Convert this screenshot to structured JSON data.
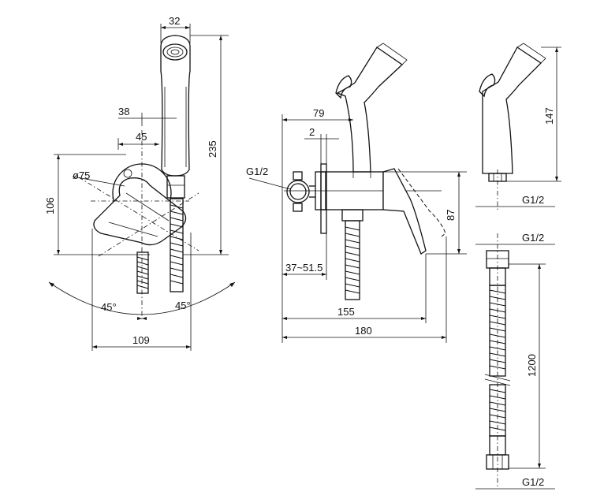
{
  "front_view": {
    "dim_width_top": "32",
    "dim_offset_38": "38",
    "dim_offset_45": "45",
    "dim_diameter": "ø75",
    "dim_height_235": "235",
    "dim_height_106": "106",
    "dim_angle_left": "45°",
    "dim_angle_right": "45°",
    "dim_width_bottom": "109"
  },
  "side_view": {
    "dim_79": "79",
    "dim_2": "2",
    "dim_thread": "G1/2",
    "dim_range": "37~51.5",
    "dim_87": "87",
    "dim_155": "155",
    "dim_180": "180"
  },
  "handshower_view": {
    "dim_147": "147",
    "dim_thread": "G1/2"
  },
  "hose_view": {
    "dim_thread_top": "G1/2",
    "dim_length": "1200",
    "dim_thread_bottom": "G1/2"
  }
}
